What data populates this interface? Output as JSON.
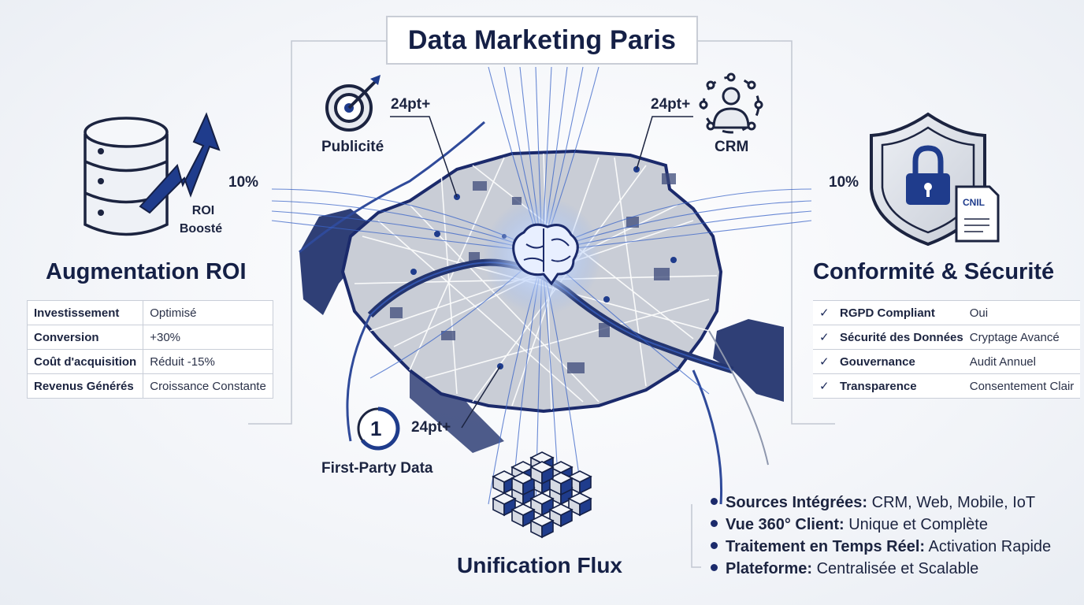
{
  "title": "Data Marketing Paris",
  "left": {
    "percent": "10%",
    "roi_label_line1": "ROI",
    "roi_label_line2": "Boosté",
    "heading": "Augmentation ROI",
    "table": [
      {
        "key": "Investissement",
        "value": "Optimisé"
      },
      {
        "key": "Conversion",
        "value": "+30%"
      },
      {
        "key": "Coût d'acquisition",
        "value": "Réduit -15%"
      },
      {
        "key": "Revenus Générés",
        "value": "Croissance Constante"
      }
    ]
  },
  "right": {
    "percent": "10%",
    "doc_badge": "CNIL",
    "heading": "Conformité & Sécurité",
    "table": [
      {
        "key": "RGPD Compliant",
        "value": "Oui"
      },
      {
        "key": "Sécurité des Données",
        "value": "Cryptage Avancé"
      },
      {
        "key": "Gouvernance",
        "value": "Audit Annuel"
      },
      {
        "key": "Transparence",
        "value": "Consentement Clair"
      }
    ]
  },
  "callouts": {
    "publicite": {
      "label": "Publicité",
      "size": "24pt+"
    },
    "crm": {
      "label": "CRM",
      "size": "24pt+"
    },
    "first_party": {
      "label": "First-Party Data",
      "size": "24pt+",
      "badge": "1"
    }
  },
  "bottom": {
    "heading": "Unification Flux",
    "bullets": [
      {
        "key": "Sources Intégrées:",
        "value": " CRM, Web, Mobile, IoT"
      },
      {
        "key": "Vue 360° Client:",
        "value": " Unique et Complète"
      },
      {
        "key": "Traitement en Temps Réel:",
        "value": " Activation Rapide"
      },
      {
        "key": "Plateforme:",
        "value": " Centralisée et Scalable"
      }
    ]
  },
  "colors": {
    "navy": "#152046",
    "blue": "#1f3c8c",
    "accent": "#3a64c8",
    "map_fill": "#c9cdd6",
    "water": "#24356f"
  },
  "icons": [
    "database-icon",
    "growth-arrow-icon",
    "target-icon",
    "network-user-icon",
    "shield-lock-icon",
    "document-icon",
    "brain-icon",
    "cubes-icon",
    "checkmark-icon"
  ]
}
